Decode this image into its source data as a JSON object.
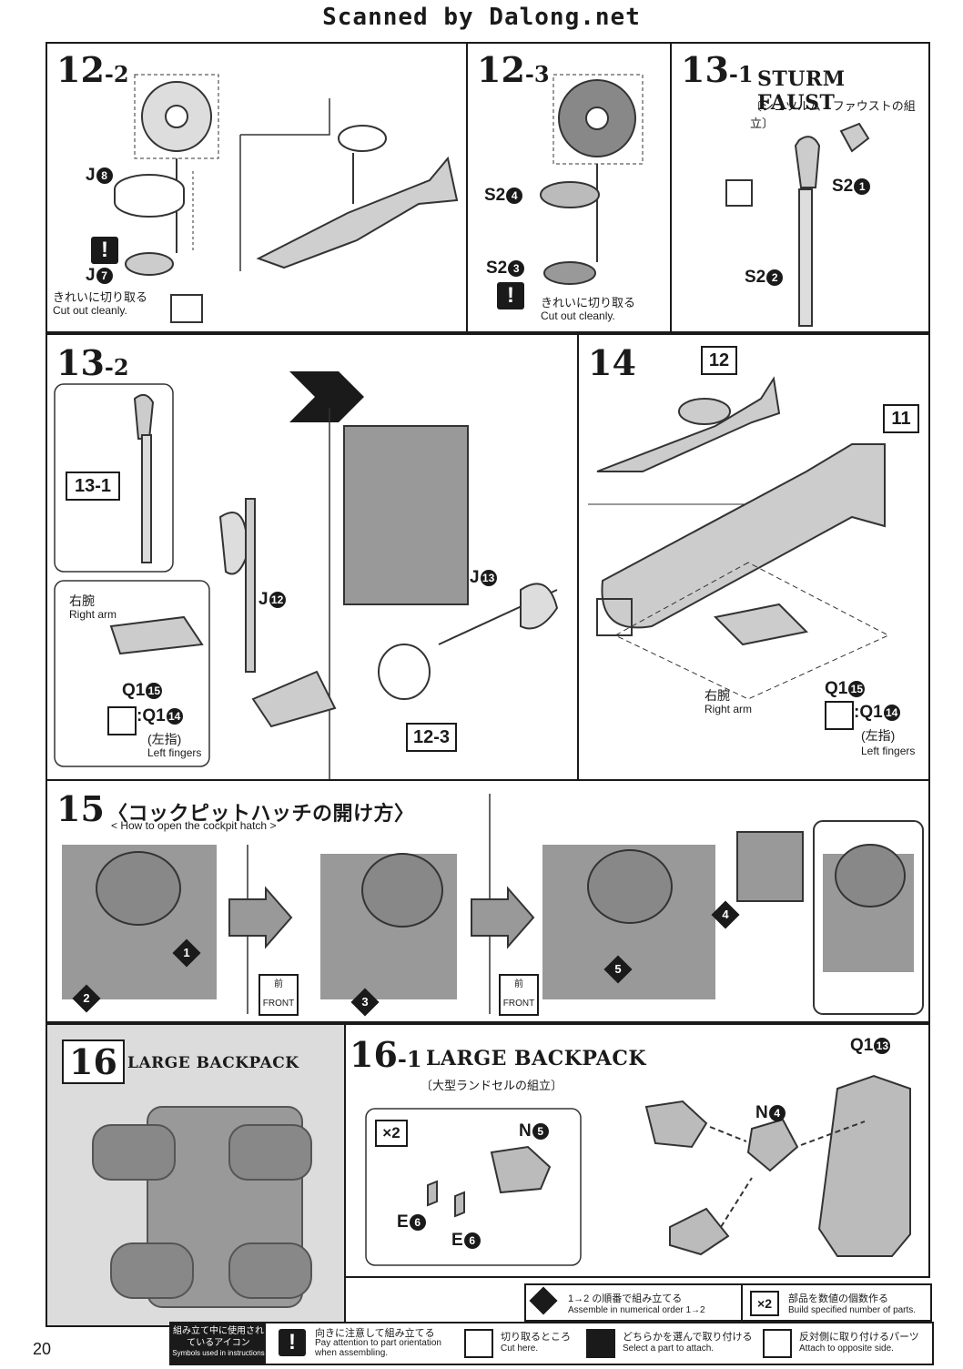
{
  "header": "Scanned by Dalong.net",
  "page_number": "20",
  "steps": {
    "s12_2": {
      "num": "12",
      "sub": "-2",
      "part_top": "J",
      "part_top_n": "8",
      "part_bottom": "J",
      "part_bottom_n": "7",
      "cut_jp": "きれいに切り取る",
      "cut_en": "Cut out cleanly."
    },
    "s12_3": {
      "num": "12",
      "sub": "-3",
      "part_top": "S2",
      "part_top_n": "4",
      "part_bottom": "S2",
      "part_bottom_n": "3",
      "cut_jp": "きれいに切り取る",
      "cut_en": "Cut out cleanly."
    },
    "s13_1": {
      "num": "13",
      "sub": "-1",
      "title": "STURM FAUST",
      "subtitle": "〔シュツルム・ファウストの組立〕",
      "part_a": "S2",
      "part_a_n": "1",
      "part_b": "S2",
      "part_b_n": "2"
    },
    "s13_2": {
      "num": "13",
      "sub": "-2",
      "ref": "13-1",
      "part_axe": "J",
      "part_axe_n": "12",
      "part_pin": "J",
      "part_pin_n": "13",
      "right_arm_jp": "右腕",
      "right_arm_en": "Right arm",
      "q15": "Q1",
      "q15_n": "15",
      "q14": ":Q1",
      "q14_n": "14",
      "left_jp": "(左指)",
      "left_en": "Left fingers",
      "ref2": "12-3"
    },
    "s14": {
      "num": "14",
      "ref_a": "12",
      "ref_b": "11",
      "right_arm_jp": "右腕",
      "right_arm_en": "Right arm",
      "q15": "Q1",
      "q15_n": "15",
      "q14": ":Q1",
      "q14_n": "14",
      "left_jp": "(左指)",
      "left_en": "Left fingers"
    },
    "s15": {
      "num": "15",
      "title": "〈コックピットハッチの開け方〉",
      "subtitle": "< How to open the cockpit hatch >",
      "front_jp": "前",
      "front_en": "FRONT",
      "n1": "1",
      "n2": "2",
      "n3": "3",
      "n4": "4",
      "n5": "5"
    },
    "s16": {
      "num": "16",
      "title": "LARGE BACKPACK"
    },
    "s16_1": {
      "num": "16",
      "sub": "-1",
      "title": "LARGE BACKPACK",
      "subtitle": "〔大型ランドセルの組立〕",
      "x2": "×2",
      "n5": "N",
      "n5_n": "5",
      "e6a": "E",
      "e6a_n": "6",
      "e6b": "E",
      "e6b_n": "6",
      "n4": "N",
      "n4_n": "4",
      "q13": "Q1",
      "q13_n": "13"
    }
  },
  "legend": {
    "order_jp": "の順番で組み立てる",
    "order_en": "Assemble in numerical order",
    "order_seq": "1→2",
    "x2_jp": "部品を数値の個数作る",
    "x2_en": "Build specified number of parts.",
    "icons_title_jp": "組み立て中に使用されているアイコン",
    "icons_title_en": "Symbols used in instructions",
    "attn_jp": "向きに注意して組み立てる",
    "attn_en": "Pay attention to part orientation when assembling.",
    "cut_jp": "切り取るところ",
    "cut_en": "Cut here.",
    "select_jp": "どちらかを選んで取り付ける",
    "select_en": "Select a part to attach.",
    "opp_jp": "反対側に取り付けるパーツ",
    "opp_en": "Attach to opposite side."
  }
}
